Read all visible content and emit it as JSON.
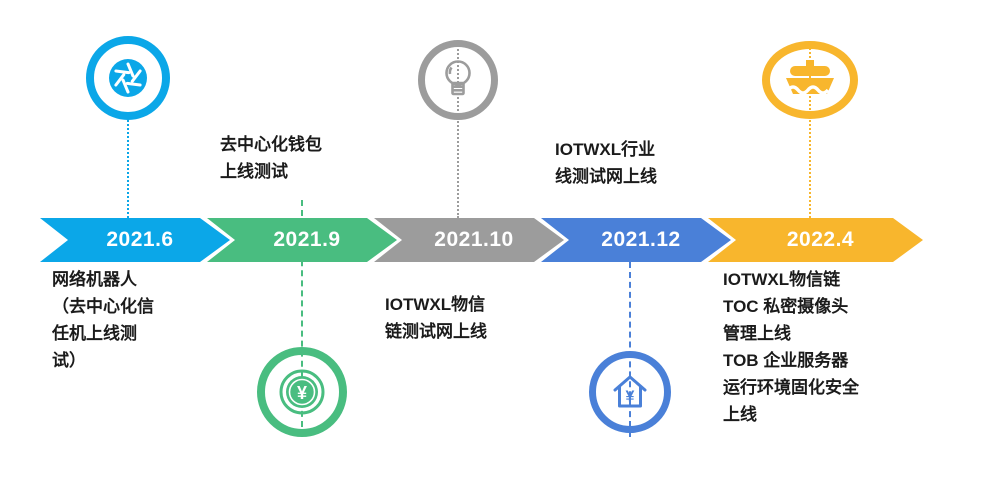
{
  "timeline": {
    "milestones": [
      {
        "date": "2021.6",
        "color": "#0ba7e8",
        "icon": "camera-aperture-icon",
        "icon_position": "above",
        "description": "网络机器人\n（去中心化信\n任机上线测\n试）",
        "description_position": "below"
      },
      {
        "date": "2021.9",
        "color": "#49bd80",
        "icon": "yuan-coin-icon",
        "icon_position": "below",
        "description": "去中心化钱包\n上线测试",
        "description_position": "above"
      },
      {
        "date": "2021.10",
        "color": "#9c9c9c",
        "icon": "lightbulb-icon",
        "icon_position": "above",
        "description": "IOTWXL物信\n链测试网上线",
        "description_position": "below"
      },
      {
        "date": "2021.12",
        "color": "#4a80d8",
        "icon": "house-yuan-icon",
        "icon_position": "below",
        "description": "IOTWXL行业\n线测试网上线",
        "description_position": "above"
      },
      {
        "date": "2022.4",
        "color": "#f8b62d",
        "icon": "ship-icon",
        "icon_position": "above",
        "description": "IOTWXL物信链\nTOC 私密摄像头\n管理上线\nTOB  企业服务器\n运行环境固化安全\n上线",
        "description_position": "below"
      }
    ]
  }
}
